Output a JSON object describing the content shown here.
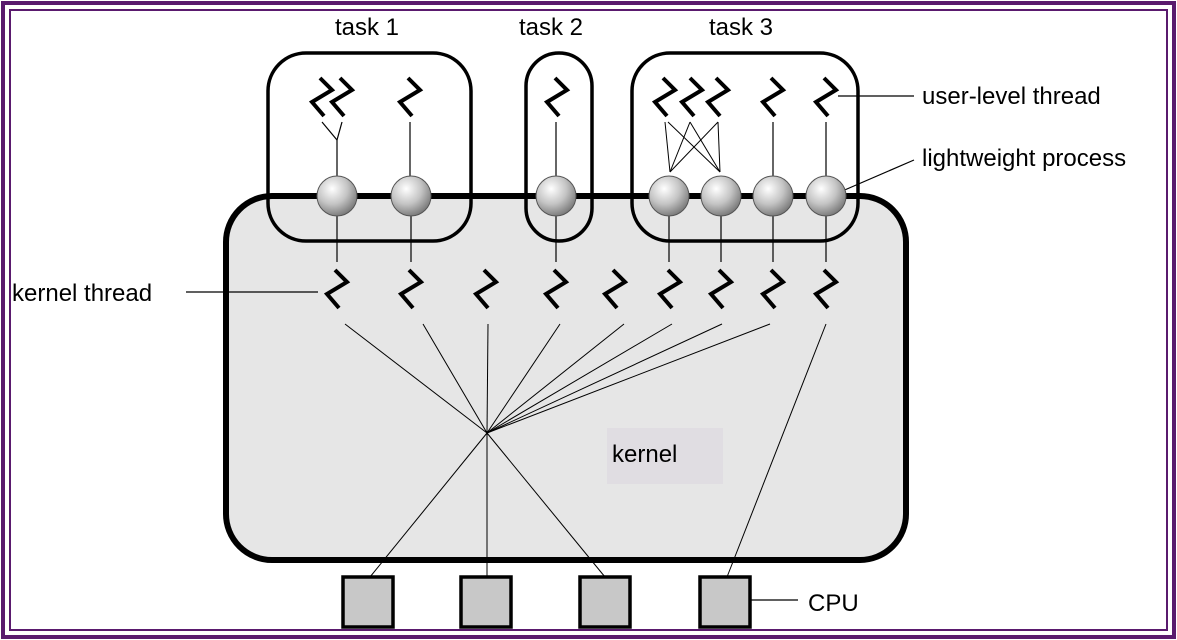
{
  "labels": {
    "task1": "task 1",
    "task2": "task 2",
    "task3": "task 3",
    "user_level_thread": "user-level thread",
    "lightweight_process": "lightweight process",
    "kernel_thread": "kernel thread",
    "kernel": "kernel",
    "cpu": "CPU"
  },
  "colors": {
    "frame_border": "#5a1a6e",
    "kernel_fill": "#e6e6e6",
    "cpu_fill": "#c8c8c8",
    "lwp_fill": "#bdbdbd"
  }
}
